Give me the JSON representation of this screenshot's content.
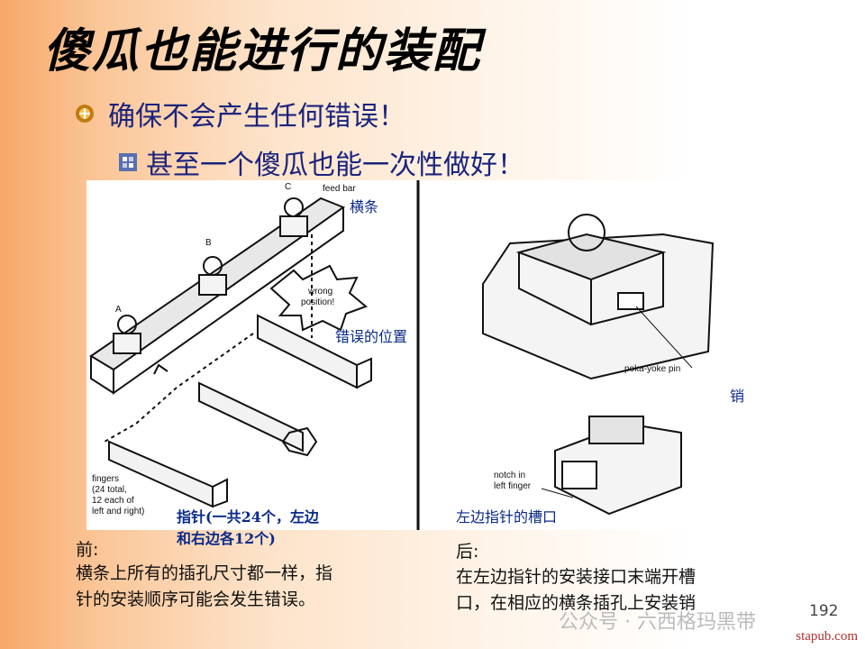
{
  "slide": {
    "title": "傻瓜也能进行的装配",
    "bullet1": "确保不会产生任何错误！",
    "bullet2": "甚至一个傻瓜也能一次性做好！"
  },
  "figure": {
    "left": {
      "labels": {
        "feed_bar_zh": "横条",
        "wrong_position_zh": "错误的位置",
        "fingers_zh_1": "指针(一共24个，左边",
        "fingers_zh_2": "和右边各12个)"
      },
      "english": {
        "feed_bar": "feed bar",
        "wrong_1": "wrong",
        "wrong_2": "position!",
        "fingers_1": "fingers",
        "fingers_2": "(24 total,",
        "fingers_3": "12 each of",
        "fingers_4": "left and right)",
        "A": "A",
        "B": "B",
        "C": "C"
      }
    },
    "right": {
      "labels": {
        "pin_zh": "销",
        "notch_zh": "左边指针的槽口"
      },
      "english": {
        "pin": "poka-yoke pin",
        "notch_1": "notch in",
        "notch_2": "left finger"
      }
    }
  },
  "captions": {
    "before_title": "前:",
    "before_1": "横条上所有的插孔尺寸都一样，指",
    "before_2": "针的安装顺序可能会发生错误。",
    "after_title": "后:",
    "after_1": "在左边指针的安装接口末端开槽",
    "after_2": "口，在相应的横条插孔上安装销"
  },
  "footer": {
    "watermark": "公众号 · 六西格玛黑带",
    "page": "192",
    "url": "stapub.com"
  }
}
